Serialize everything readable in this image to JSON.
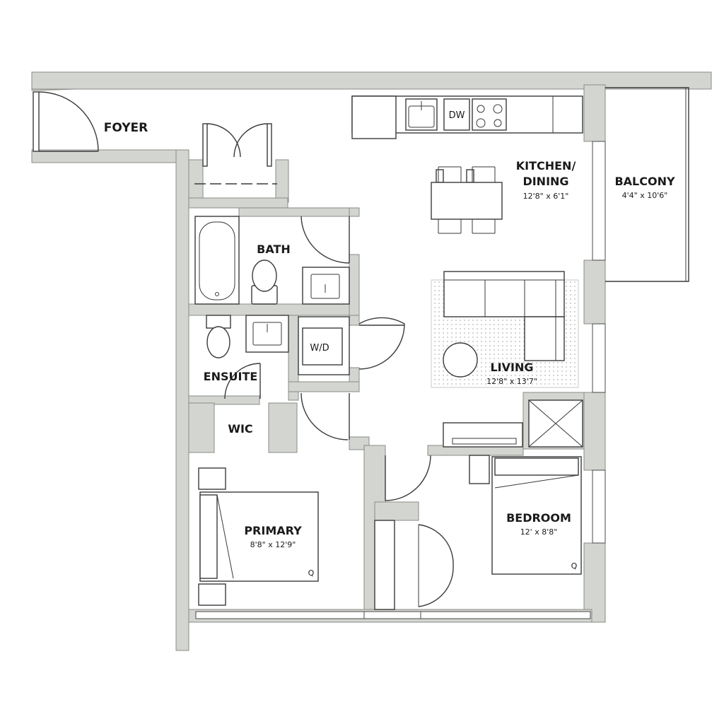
{
  "colors": {
    "wall": "#d3d5d0",
    "wall_edge": "#8a8c88",
    "line": "#3a3a3a",
    "rug_dots": "#b5b5b5",
    "text": "#1a1a1a"
  },
  "rooms": {
    "foyer": {
      "name": "FOYER"
    },
    "kitchen": {
      "name_line1": "KITCHEN/",
      "name_line2": "DINING",
      "dims": "12'8\" x 6'1\""
    },
    "balcony": {
      "name": "BALCONY",
      "dims": "4'4\" x 10'6\""
    },
    "bath": {
      "name": "BATH"
    },
    "ensuite": {
      "name": "ENSUITE"
    },
    "wic": {
      "name": "WIC"
    },
    "living": {
      "name": "LIVING",
      "dims": "12'8\" x 13'7\""
    },
    "primary": {
      "name": "PRIMARY",
      "dims": "8'8\" x 12'9\""
    },
    "bedroom": {
      "name": "BEDROOM",
      "dims": "12' x 8'8\""
    }
  },
  "fixtures": {
    "dishwasher": "DW",
    "washer_dryer": "W/D"
  }
}
